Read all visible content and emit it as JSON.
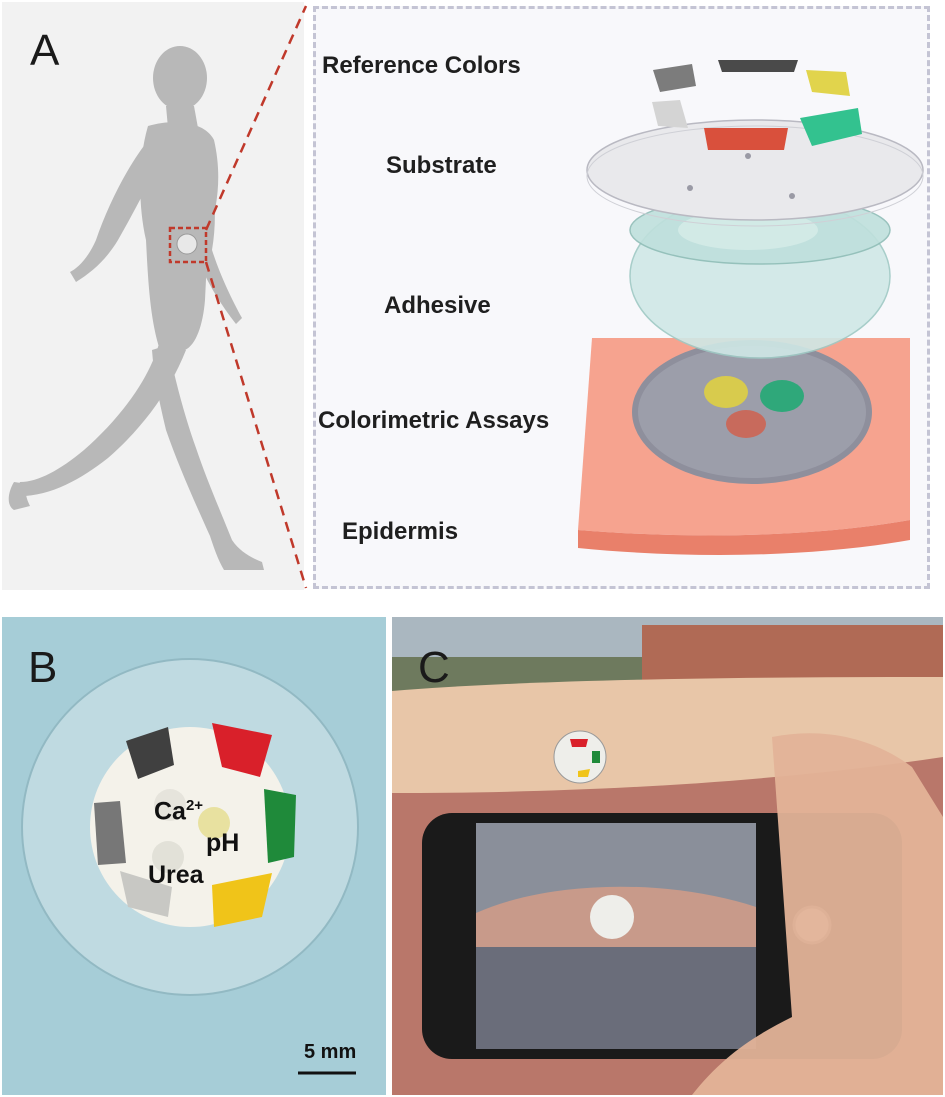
{
  "panels": {
    "a": {
      "letter": "A",
      "layers": {
        "reference_colors": "Reference Colors",
        "substrate": "Substrate",
        "adhesive": "Adhesive",
        "colorimetric_assays": "Colorimetric Assays",
        "epidermis": "Epidermis"
      }
    },
    "b": {
      "letter": "B",
      "labels": {
        "ca": "Ca",
        "ca_sup": "2+",
        "ph": "pH",
        "urea": "Urea"
      },
      "scale_bar": "5 mm"
    },
    "c": {
      "letter": "C"
    }
  },
  "colors": {
    "reference_red": "#d92b2b",
    "reference_green": "#1e8a3a",
    "reference_yellow": "#f0c419",
    "reference_dark_gray": "#4a4a4a",
    "reference_mid_gray": "#7c7c7c",
    "reference_light_gray": "#cfcfcf",
    "skin": "#f3a08a",
    "leader_line": "#c0392b"
  }
}
